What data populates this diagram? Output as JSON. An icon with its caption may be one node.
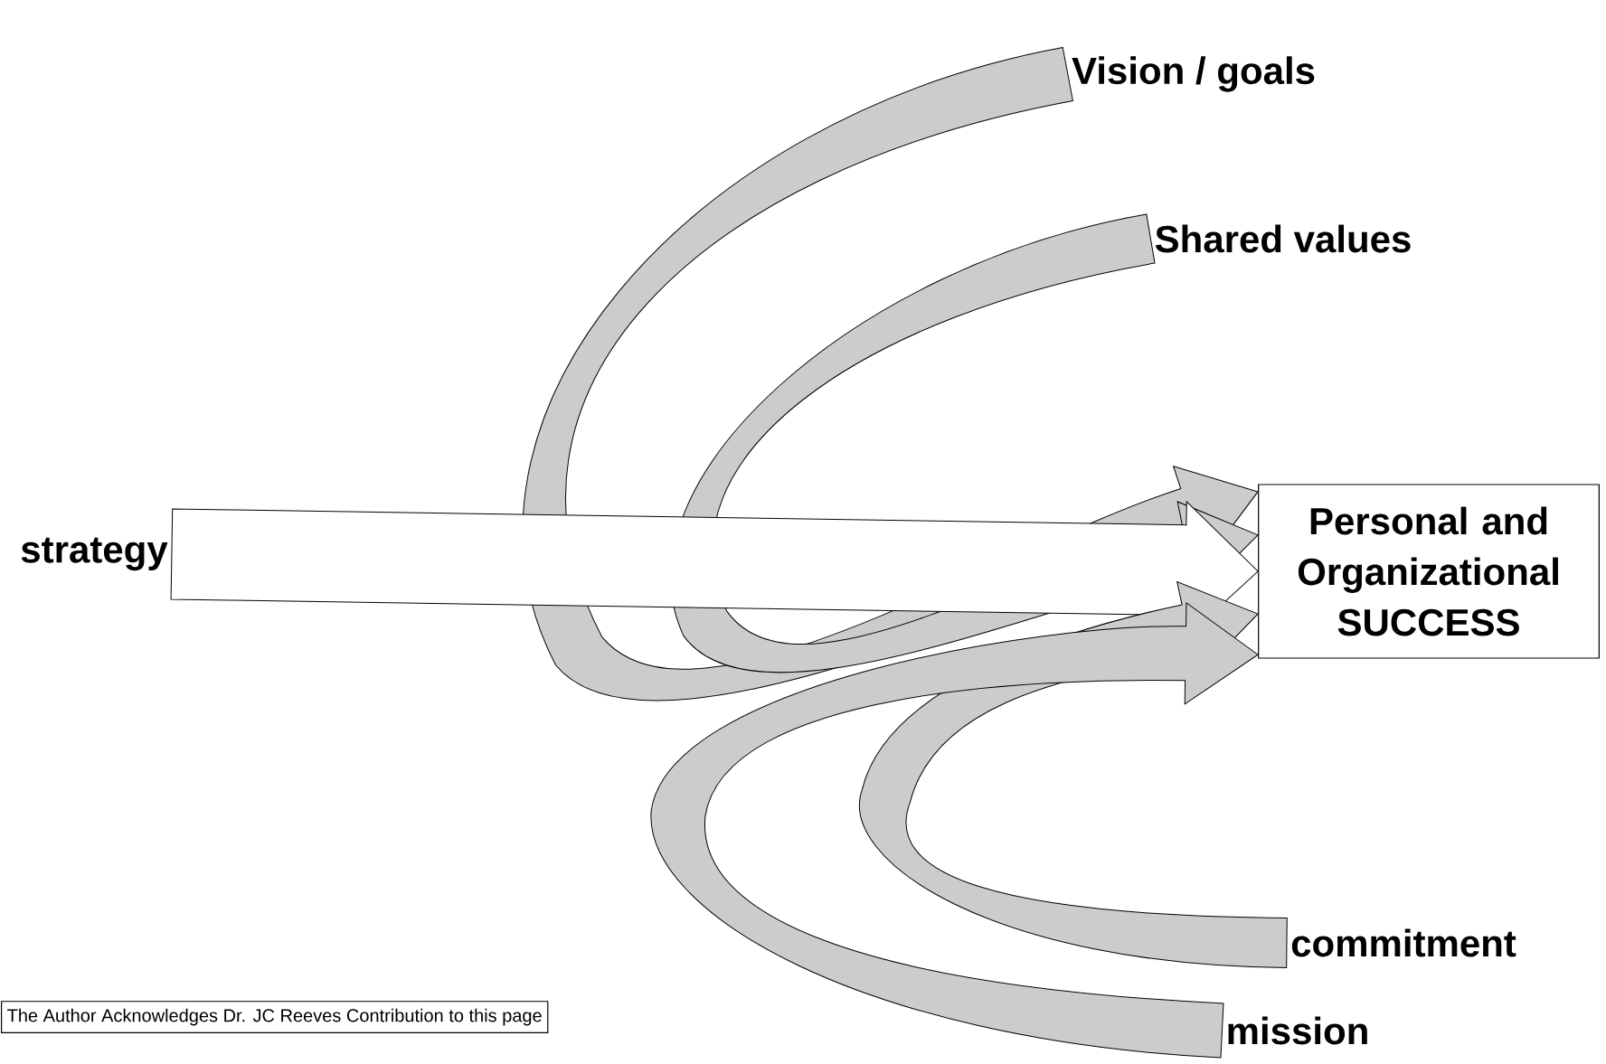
{
  "diagram": {
    "nodes": [
      {
        "text": [
          "Vision / goals"
        ]
      },
      {
        "text": [
          "Shared values"
        ]
      },
      {
        "text": [
          "strategy"
        ]
      },
      {
        "text": [
          "Personal and Organizational SUCCESS"
        ]
      },
      {
        "text": [
          "commitment"
        ]
      },
      {
        "text": [
          "mission"
        ]
      }
    ],
    "edges": [
      {
        "from": 0,
        "to": 3,
        "arrow": "to"
      },
      {
        "from": 1,
        "to": 3,
        "arrow": "to"
      },
      {
        "from": 2,
        "to": 3,
        "arrow": "to"
      },
      {
        "from": 4,
        "to": 3,
        "arrow": "to"
      },
      {
        "from": 5,
        "to": 3,
        "arrow": "to"
      }
    ],
    "labels": [
      "The Author Acknowledges Dr. JC Reeves Contribution to this page"
    ]
  }
}
